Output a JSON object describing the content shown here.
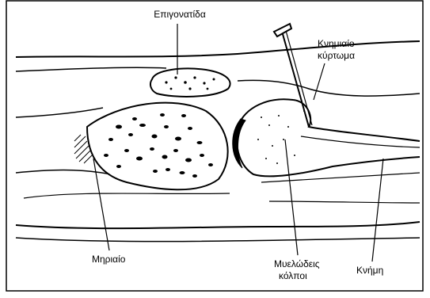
{
  "labels": {
    "patella": "Επιγονατίδα",
    "tibial_tuberosity_line1": "Κνημιαίο",
    "tibial_tuberosity_line2": "κύρτωμα",
    "femur": "Μηριαίο",
    "medullary_line1": "Μυελώδεις",
    "medullary_line2": "κόλποι",
    "tibia": "Κνήμη"
  },
  "colors": {
    "line": "#000000",
    "background": "#ffffff",
    "frame": "#000000"
  }
}
